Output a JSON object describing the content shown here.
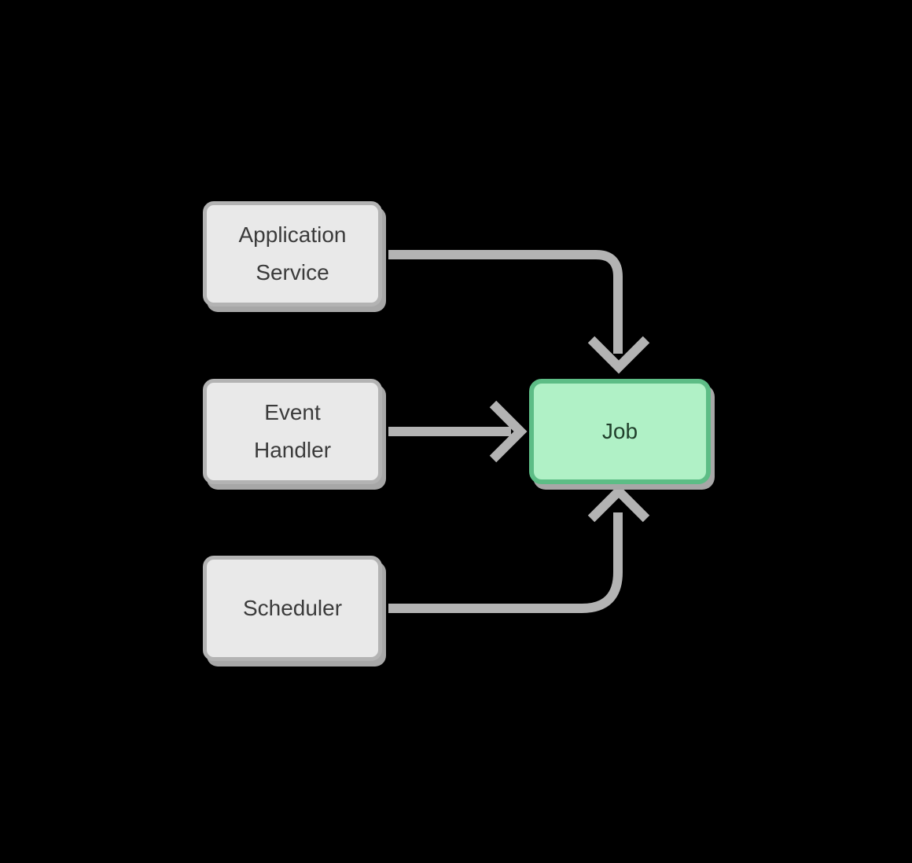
{
  "diagram": {
    "nodes": [
      {
        "id": "application-service",
        "lines": [
          "Application",
          "Service"
        ],
        "kind": "source"
      },
      {
        "id": "event-handler",
        "lines": [
          "Event",
          "Handler"
        ],
        "kind": "source"
      },
      {
        "id": "scheduler",
        "lines": [
          "Scheduler"
        ],
        "kind": "source"
      },
      {
        "id": "job",
        "lines": [
          "Job"
        ],
        "kind": "target"
      }
    ],
    "edges": [
      {
        "from": "application-service",
        "to": "job"
      },
      {
        "from": "event-handler",
        "to": "job"
      },
      {
        "from": "scheduler",
        "to": "job"
      }
    ]
  },
  "colors": {
    "background": "#000000",
    "node_fill": "#e9e9e9",
    "node_border": "#b3b3b3",
    "node_shadow": "#a7a7a7",
    "node_text": "#3b3b3b",
    "job_fill": "#b0f1c6",
    "job_border": "#5dbd86",
    "job_text": "#21402c",
    "arrow": "#b3b3b3"
  }
}
